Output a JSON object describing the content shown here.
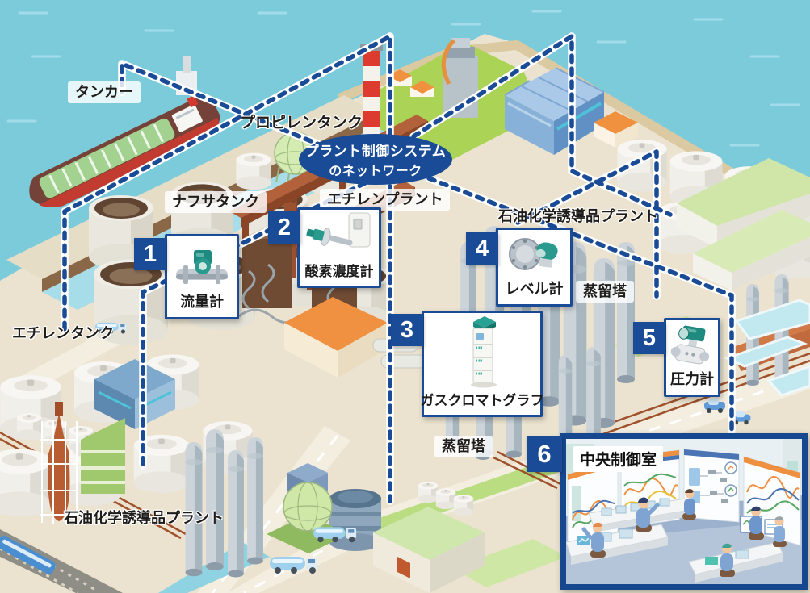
{
  "scene_labels": {
    "tanker": "タンカー",
    "propylene_tank": "プロピレンタンク",
    "naphtha_tank": "ナフサタンク",
    "ethylene_plant": "エチレンプラント",
    "petrochemical_plant_right": "石油化学誘導品プラント",
    "ethylene_tank": "エチレンタンク",
    "distillation_tower_right": "蒸留塔",
    "distillation_tower_center": "蒸留塔",
    "petrochemical_plant_left": "石油化学誘導品プラント"
  },
  "network_bubble": {
    "line1": "プラント制御システム",
    "line2": "のネットワーク"
  },
  "instruments": [
    {
      "number": "1",
      "label": "流量計"
    },
    {
      "number": "2",
      "label": "酸素濃度計"
    },
    {
      "number": "3",
      "label": "ガスクロマトグラフ"
    },
    {
      "number": "4",
      "label": "レベル計"
    },
    {
      "number": "5",
      "label": "圧力計"
    }
  ],
  "control_room": {
    "number": "6",
    "label": "中央制御室"
  },
  "colors": {
    "network_blue": "#1a4b96",
    "water": "#7ccbdb",
    "land": "#ebe3cf",
    "instrument_teal": "#1f8a80"
  }
}
